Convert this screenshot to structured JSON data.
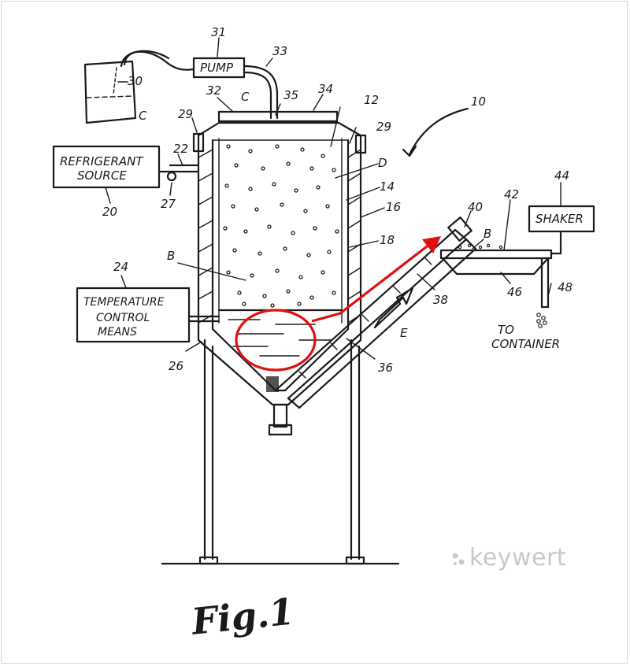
{
  "labels": {
    "ref_10": "10",
    "ref_12": "12",
    "ref_14": "14",
    "ref_16": "16",
    "ref_18": "18",
    "ref_20": "20",
    "ref_22": "22",
    "ref_24": "24",
    "ref_26": "26",
    "ref_27": "27",
    "ref_29a": "29",
    "ref_29b": "29",
    "ref_30": "30",
    "ref_31": "31",
    "ref_32": "32",
    "ref_33": "33",
    "ref_34": "34",
    "ref_35": "35",
    "ref_36": "36",
    "ref_38": "38",
    "ref_40": "40",
    "ref_42": "42",
    "ref_44": "44",
    "ref_46": "46",
    "ref_48": "48",
    "letter_c_tank": "C",
    "letter_c_lid": "C",
    "letter_d": "D",
    "letter_b_chamber": "B",
    "letter_b_tray": "B",
    "letter_e": "E"
  },
  "boxes": {
    "pump": "PUMP",
    "refrigerant_line1": "REFRIGERANT",
    "refrigerant_line2": "SOURCE",
    "temperature_line1": "TEMPERATURE",
    "temperature_line2": "CONTROL",
    "temperature_line3": "MEANS",
    "shaker": "SHAKER"
  },
  "to_container_line1": "TO",
  "to_container_line2": "CONTAINER",
  "figure_caption": "Fig.1",
  "watermark": "keywert",
  "colors": {
    "ink": "#1a1a1a",
    "highlight": "#e01010",
    "watermark": "#c9c9c9"
  }
}
